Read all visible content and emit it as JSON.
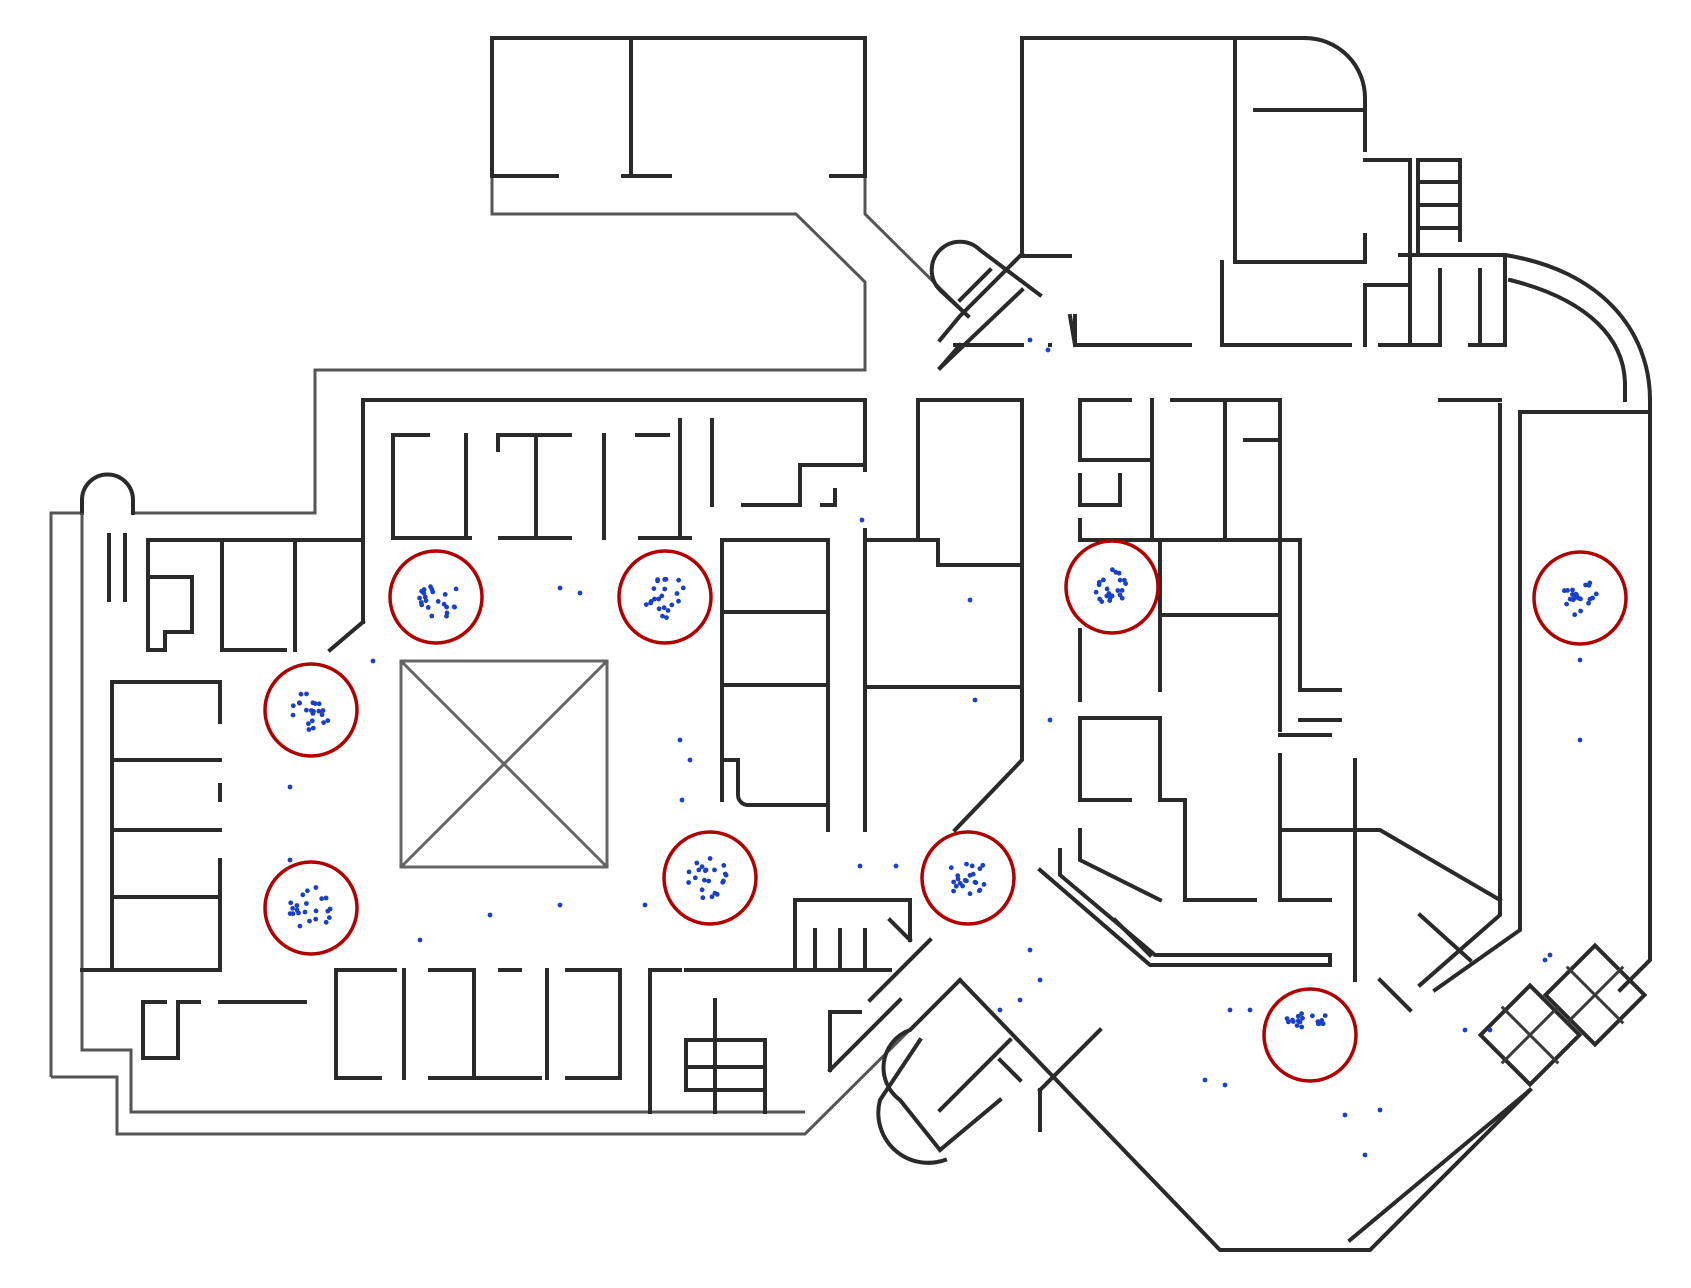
{
  "floorplan": {
    "colors": {
      "background": "#ffffff",
      "wall": "#2a2a2a",
      "cluster_ring": "#b00000",
      "point": "#1a40c8"
    },
    "clusters": [
      {
        "id": "cluster-1"
      },
      {
        "id": "cluster-2"
      },
      {
        "id": "cluster-3"
      },
      {
        "id": "cluster-4"
      },
      {
        "id": "cluster-5"
      },
      {
        "id": "cluster-6"
      },
      {
        "id": "cluster-7"
      },
      {
        "id": "cluster-8"
      },
      {
        "id": "cluster-9"
      },
      {
        "id": "cluster-10"
      }
    ]
  }
}
